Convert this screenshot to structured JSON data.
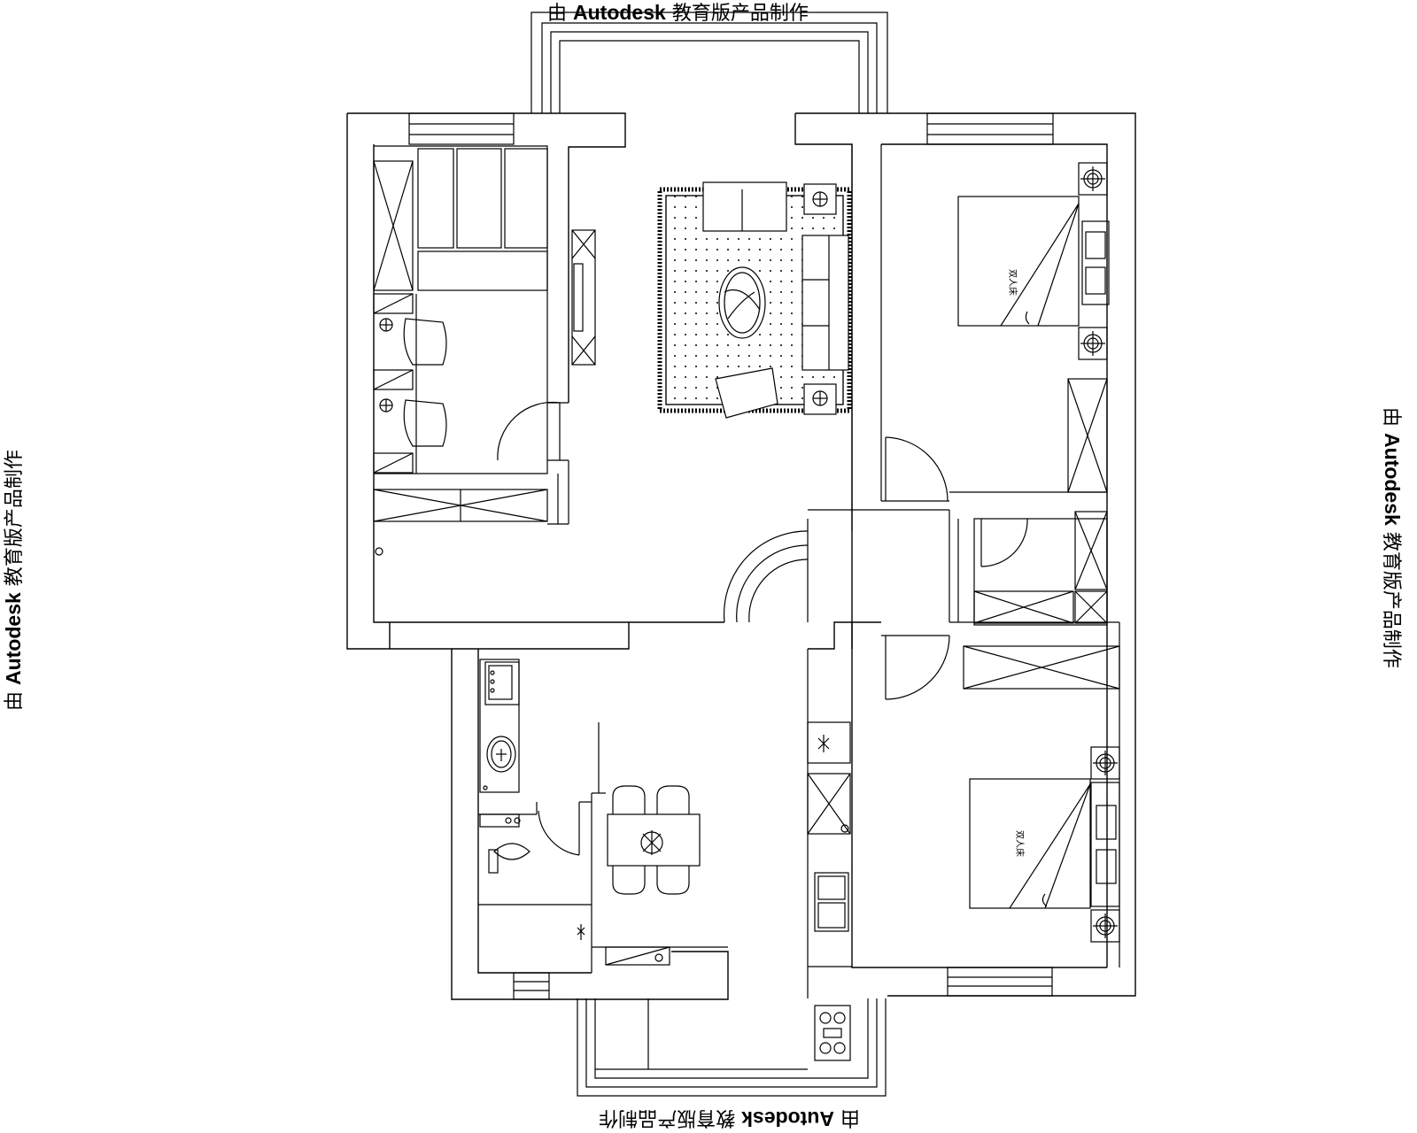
{
  "watermark": {
    "prefix": "由",
    "brand": "Autodesk",
    "suffix": "教育版产品制作"
  },
  "rooms": {
    "bedroom_north_label": "双人床",
    "bedroom_south_label": "双人床"
  },
  "colors": {
    "line": "#000000",
    "background": "#ffffff"
  }
}
